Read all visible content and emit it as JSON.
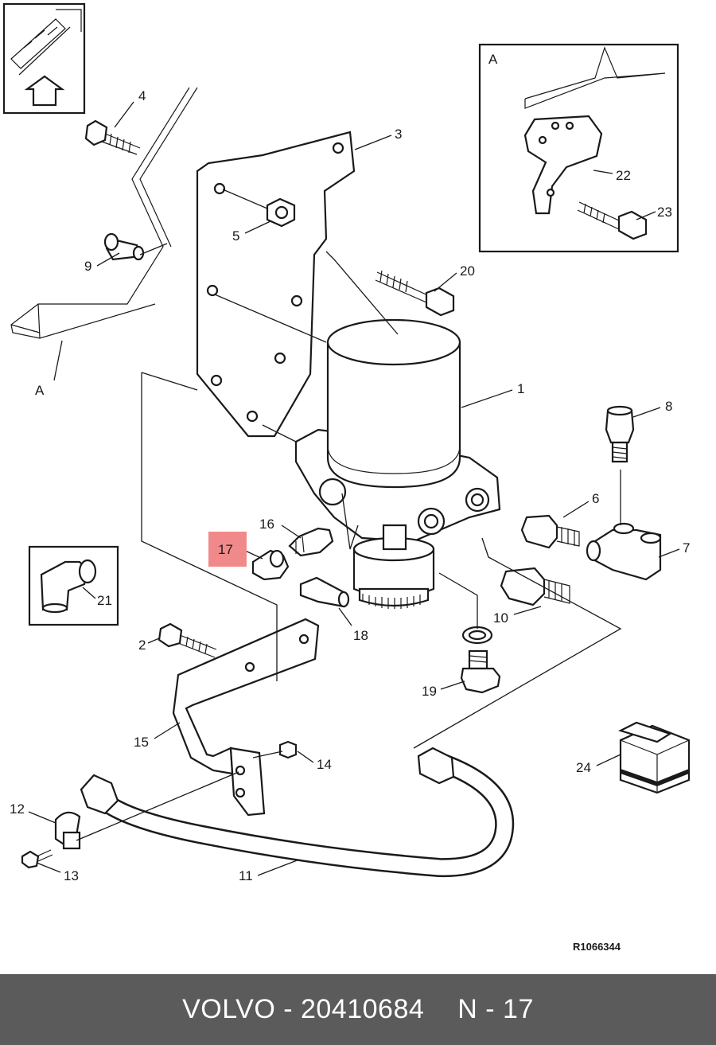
{
  "diagram": {
    "callouts": {
      "c1": "1",
      "c2": "2",
      "c3": "3",
      "c4": "4",
      "c5": "5",
      "c6": "6",
      "c7": "7",
      "c8": "8",
      "c9": "9",
      "c10": "10",
      "c11": "11",
      "c12": "12",
      "c13": "13",
      "c14": "14",
      "c15": "15",
      "c16": "16",
      "c17": "17",
      "c18": "18",
      "c19": "19",
      "c20": "20",
      "c21": "21",
      "c22": "22",
      "c23": "23",
      "c24": "24"
    },
    "view_marker": "A",
    "inset_marker": "A",
    "reference_code": "R1066344",
    "highlight_color": "#f08a8a"
  },
  "footer": {
    "brand": "VOLVO",
    "separator": " - ",
    "part_number": "20410684",
    "position_label": "N - 17"
  },
  "colors": {
    "footer_bg": "#5b5b5b",
    "footer_text": "#ffffff",
    "line": "#1a1a1a"
  }
}
